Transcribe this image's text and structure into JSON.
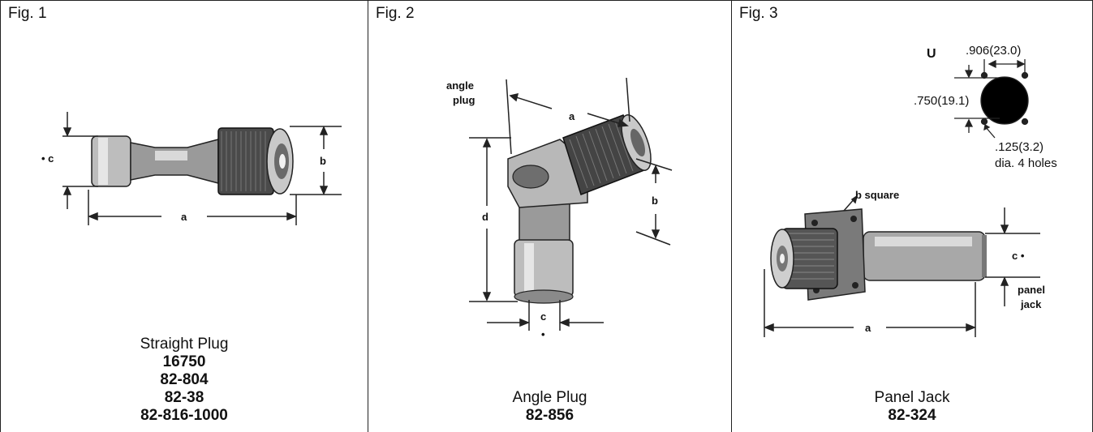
{
  "figures": [
    {
      "label": "Fig. 1",
      "title": "Straight Plug",
      "part_numbers": [
        "16750",
        "82-804",
        "82-38",
        "82-816-1000"
      ],
      "dims": [
        "• c",
        "b",
        "a"
      ],
      "icon": "straight-plug-connector"
    },
    {
      "label": "Fig. 2",
      "title": "Angle Plug",
      "part_numbers": [
        "82-856"
      ],
      "dims": [
        "angle",
        "plug",
        "a",
        "b",
        "d",
        "c",
        "•"
      ],
      "icon": "angle-plug-connector"
    },
    {
      "label": "Fig. 3",
      "title": "Panel Jack",
      "part_numbers": [
        "82-324"
      ],
      "dims": [
        "b square",
        "c •",
        "panel",
        "jack",
        "a"
      ],
      "icon": "panel-jack-connector",
      "mount": {
        "label": "U",
        "spacing": ".906(23.0)",
        "diameter": ".750(19.1)",
        "hole": ".125(3.2)",
        "hole_note": "dia. 4 holes"
      }
    }
  ],
  "colors": {
    "line": "#222222",
    "metal_dark": "#3a3a3a",
    "metal_mid": "#8a8a8a",
    "metal_light": "#d8d8d8"
  }
}
